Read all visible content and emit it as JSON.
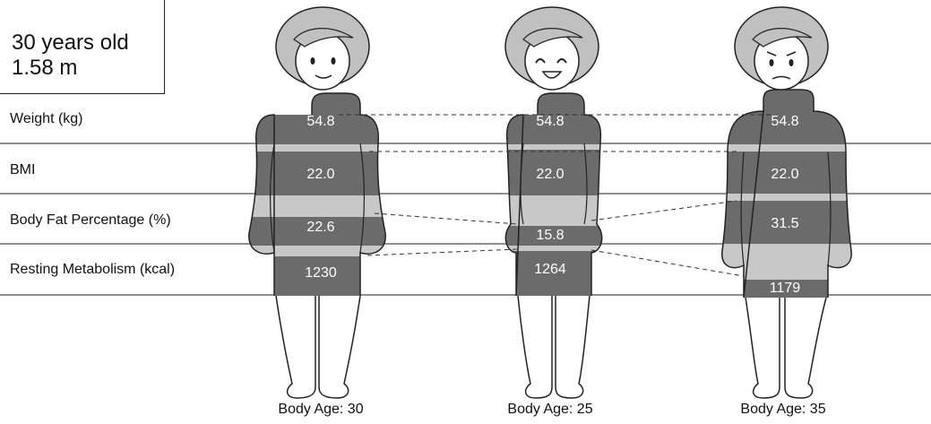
{
  "profile": {
    "age": "30 years old",
    "height": "1.58 m"
  },
  "rows": [
    {
      "label": "Weight (kg)"
    },
    {
      "label": "BMI"
    },
    {
      "label": "Body Fat Percentage (%)"
    },
    {
      "label": "Resting Metabolism (kcal)"
    }
  ],
  "figures": [
    {
      "expression": "neutral-smile",
      "body_age": "Body Age: 30",
      "weight": "54.8",
      "bmi": "22.0",
      "body_fat": "22.6",
      "resting_metabolism": "1230"
    },
    {
      "expression": "happy",
      "body_age": "Body Age: 25",
      "weight": "54.8",
      "bmi": "22.0",
      "body_fat": "15.8",
      "resting_metabolism": "1264"
    },
    {
      "expression": "worried",
      "body_age": "Body Age: 35",
      "weight": "54.8",
      "bmi": "22.0",
      "body_fat": "31.5",
      "resting_metabolism": "1179"
    }
  ],
  "colors": {
    "dark_band": "#6b6b6b",
    "light_band": "#c8c8c8",
    "hair": "#c0c0c0",
    "outline": "#222222"
  }
}
